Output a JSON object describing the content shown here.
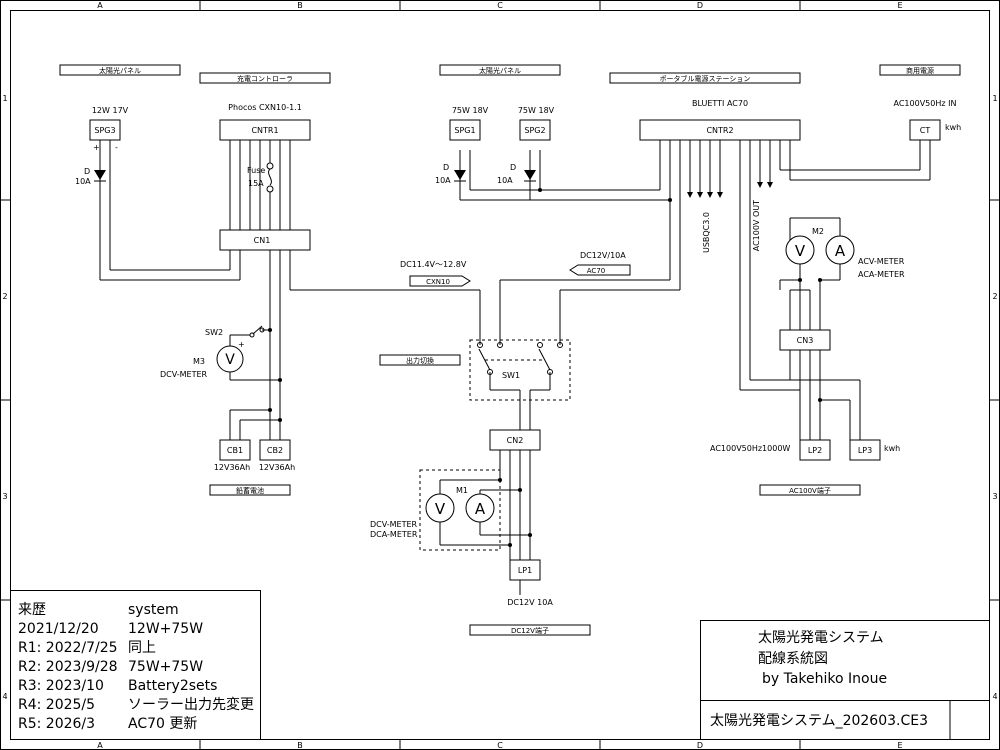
{
  "grid": {
    "cols": [
      "A",
      "B",
      "C",
      "D",
      "E"
    ],
    "rows": [
      "1",
      "2",
      "3",
      "4"
    ]
  },
  "sections": {
    "solar_left": "太陽光パネル",
    "charge_ctrl": "充電コントローラ",
    "solar_mid": "太陽光パネル",
    "portable": "ポータブル電源ステーション",
    "grid_power": "商用電源",
    "output_switch": "出力切換",
    "battery": "鉛蓄電池",
    "ac_terminal": "AC100V端子",
    "dc_terminal": "DC12V端子"
  },
  "components": {
    "spg3": {
      "label": "SPG3",
      "spec": "12W 17V"
    },
    "spg1": {
      "label": "SPG1",
      "spec": "75W 18V"
    },
    "spg2": {
      "label": "SPG2",
      "spec": "75W 18V"
    },
    "cntr1": {
      "label": "CNTR1",
      "model": "Phocos CXN10-1.1"
    },
    "cntr2": {
      "label": "CNTR2",
      "model": "BLUETTI AC70"
    },
    "ct": {
      "label": "CT",
      "unit": "kwh",
      "spec": "AC100V50Hz  IN"
    },
    "cn1": "CN1",
    "cn2": "CN2",
    "cn3": "CN3",
    "cb1": {
      "label": "CB1",
      "spec": "12V36Ah"
    },
    "cb2": {
      "label": "CB2",
      "spec": "12V36Ah"
    },
    "lp1": {
      "label": "LP1",
      "spec": "DC12V  10A"
    },
    "lp2": {
      "label": "LP2",
      "spec": "AC100V50Hz1000W"
    },
    "lp3": {
      "label": "LP3",
      "unit": "kwh"
    },
    "sw1": "SW1",
    "sw2": "SW2",
    "m1": "M1",
    "m2": "M2",
    "m3": "M3",
    "m1_desc": [
      "DCV-METER",
      "DCA-METER"
    ],
    "m2_desc": [
      "ACV-METER",
      "ACA-METER"
    ],
    "m3_desc": "DCV-METER",
    "fuse": [
      "Fuse",
      "15A"
    ],
    "diode": [
      "D",
      "10A"
    ],
    "volt": "V",
    "amp": "A",
    "cxn10_flag": "CXN10",
    "cxn10_range": "DC11.4V～12.8V",
    "ac70_flag": "AC70",
    "ac70_spec": "DC12V/10A",
    "usb": "USBQC3.0",
    "ac_out": "AC100V  OUT",
    "plus": "+",
    "minus": "-"
  },
  "history": {
    "title": "来歴",
    "system_label": "system",
    "rows": [
      [
        "2021/12/20",
        "12W+75W"
      ],
      [
        "R1:  2022/7/25",
        "同上"
      ],
      [
        "R2:  2023/9/28",
        "75W+75W"
      ],
      [
        "R3:  2023/10",
        "Battery2sets"
      ],
      [
        "R4:  2025/5",
        "ソーラー出力先変更"
      ],
      [
        "R5:  2026/3",
        "AC70  更新"
      ]
    ]
  },
  "title_block": {
    "line1": "太陽光発電システム",
    "line2": "配線系統図",
    "author": "by  Takehiko  Inoue",
    "filename": "太陽光発電システム_202603.CE3"
  }
}
